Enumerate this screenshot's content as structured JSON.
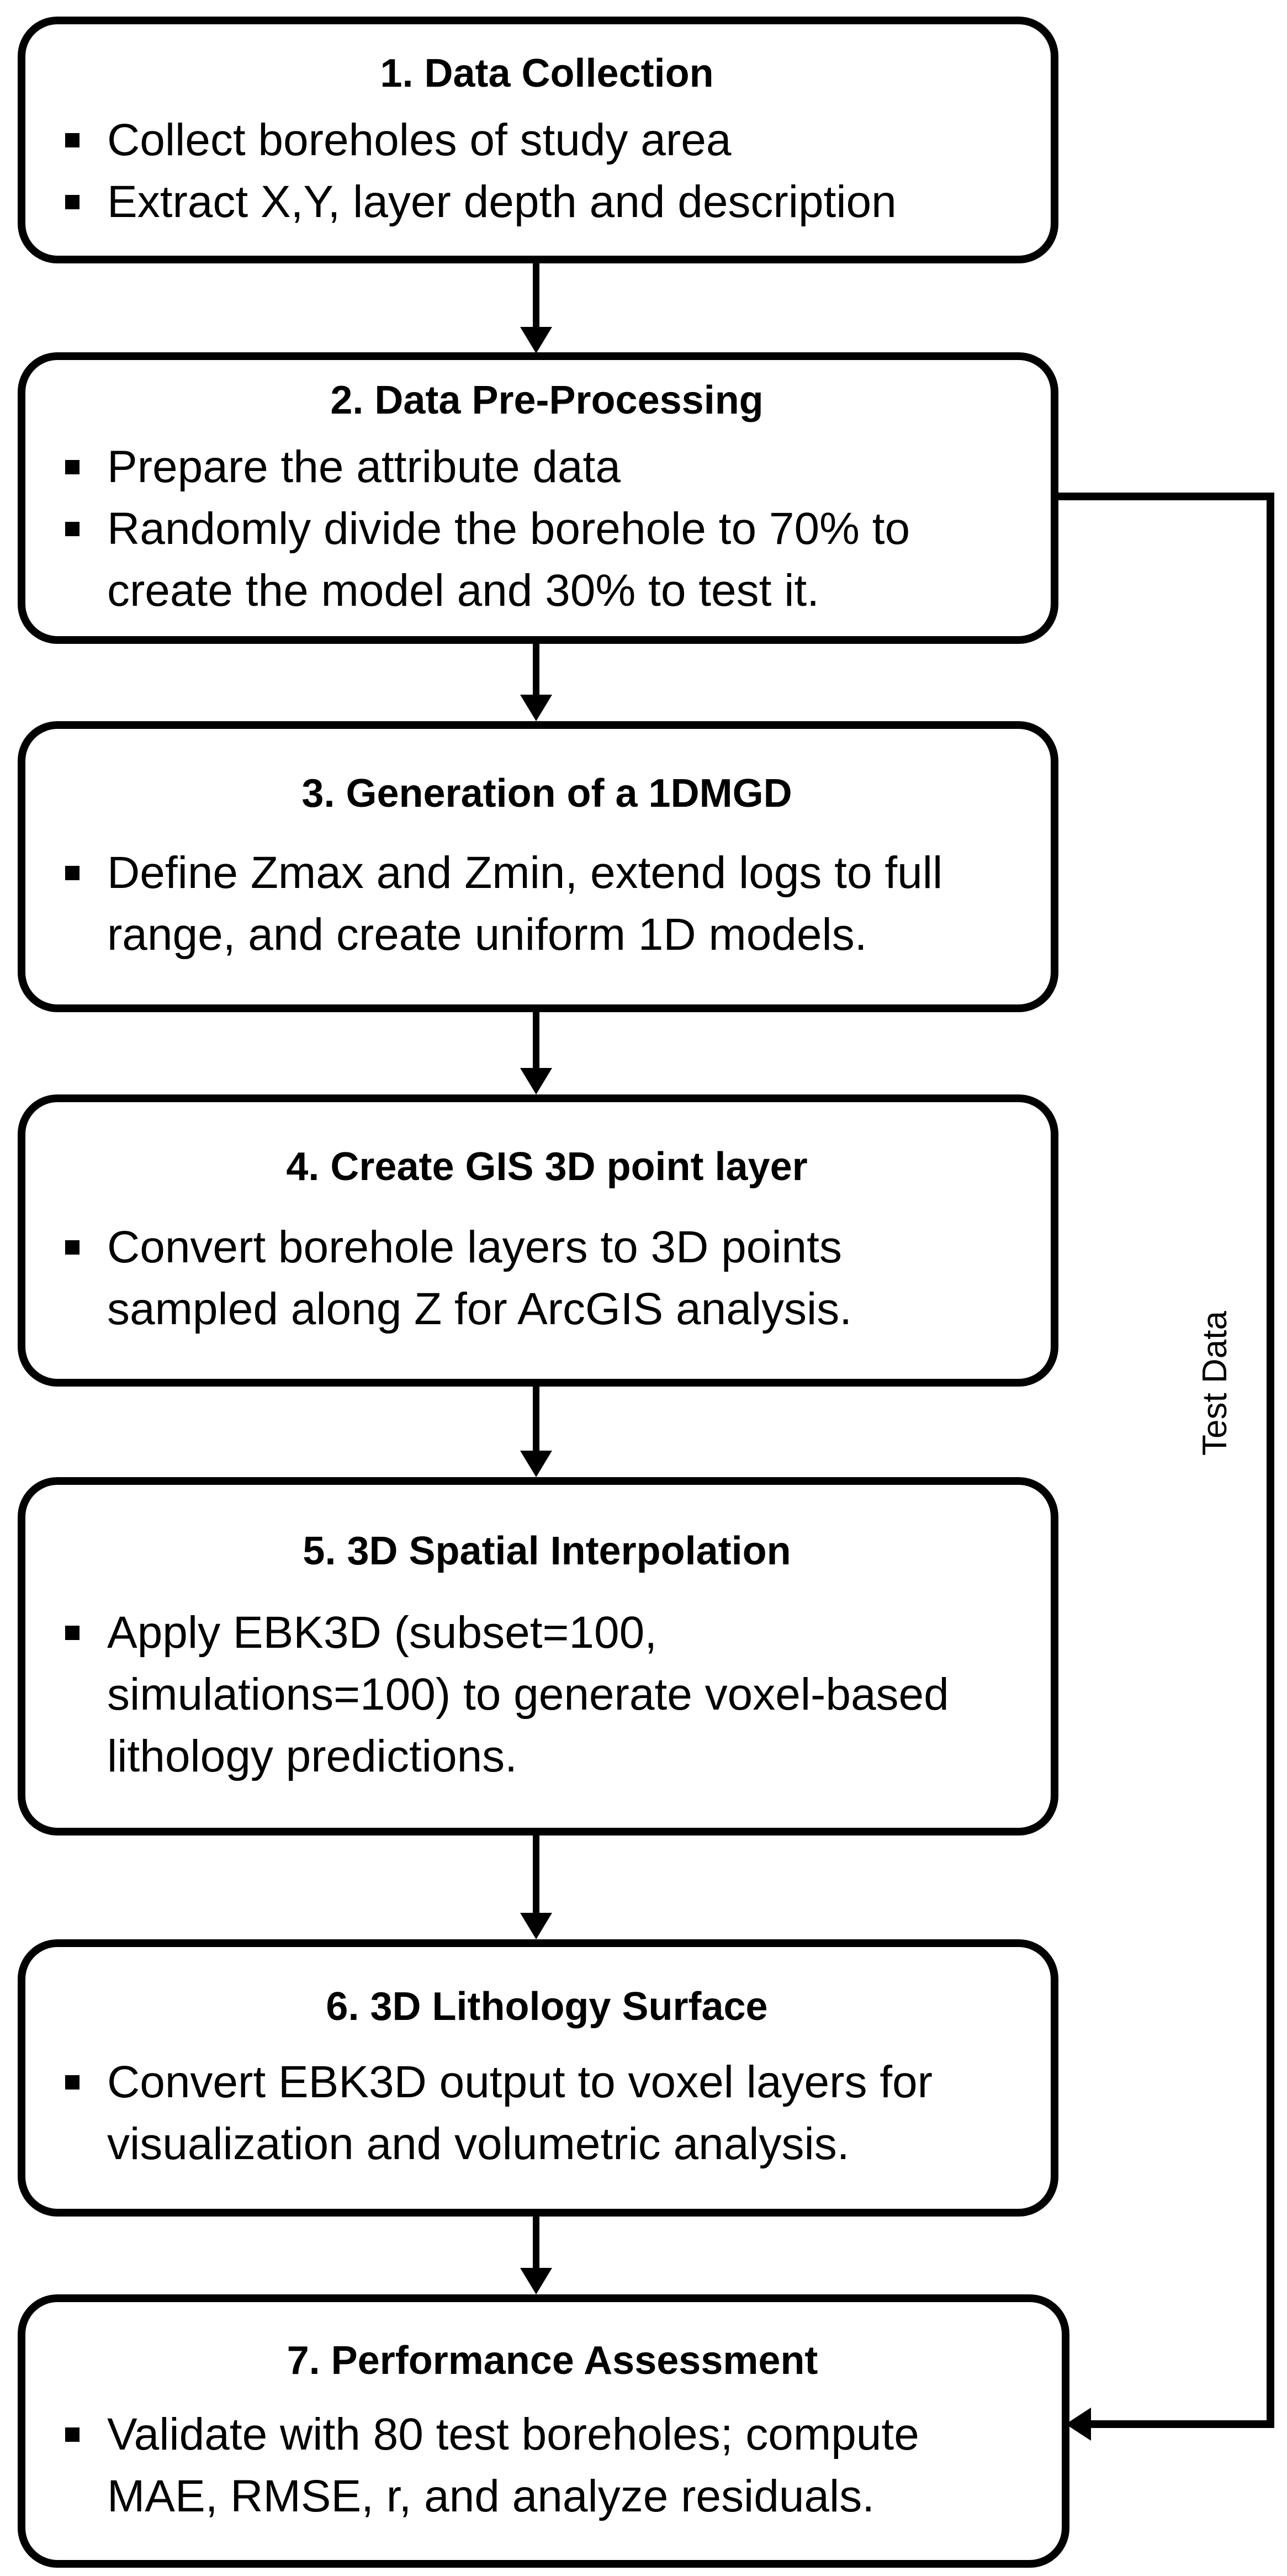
{
  "diagram": {
    "type": "flowchart",
    "colors": {
      "background": "#ffffff",
      "line": "#000000",
      "text": "#000000"
    },
    "feedback": {
      "label": "Test Data"
    },
    "steps": [
      {
        "title": "1. Data Collection",
        "bullets": [
          "Collect boreholes of study area",
          "Extract X,Y, layer depth and description"
        ]
      },
      {
        "title": "2. Data Pre-Processing",
        "bullets": [
          "Prepare the attribute data",
          "Randomly divide the borehole to 70% to\ncreate the model and 30% to test it."
        ]
      },
      {
        "title": "3. Generation of a 1DMGD",
        "bullets": [
          "Define Zmax and Zmin, extend logs to full\nrange, and create uniform 1D models."
        ]
      },
      {
        "title": "4. Create GIS 3D point layer",
        "bullets": [
          "Convert borehole layers to 3D points\nsampled along Z for ArcGIS analysis."
        ]
      },
      {
        "title": "5. 3D Spatial Interpolation",
        "bullets": [
          "Apply EBK3D (subset=100,\nsimulations=100) to generate voxel-based\nlithology predictions."
        ]
      },
      {
        "title": "6. 3D Lithology Surface",
        "bullets": [
          "Convert EBK3D output to voxel layers for\nvisualization and volumetric analysis."
        ]
      },
      {
        "title": "7. Performance Assessment",
        "bullets": [
          "Validate with 80 test boreholes; compute\nMAE, RMSE, r, and analyze residuals."
        ]
      }
    ]
  }
}
